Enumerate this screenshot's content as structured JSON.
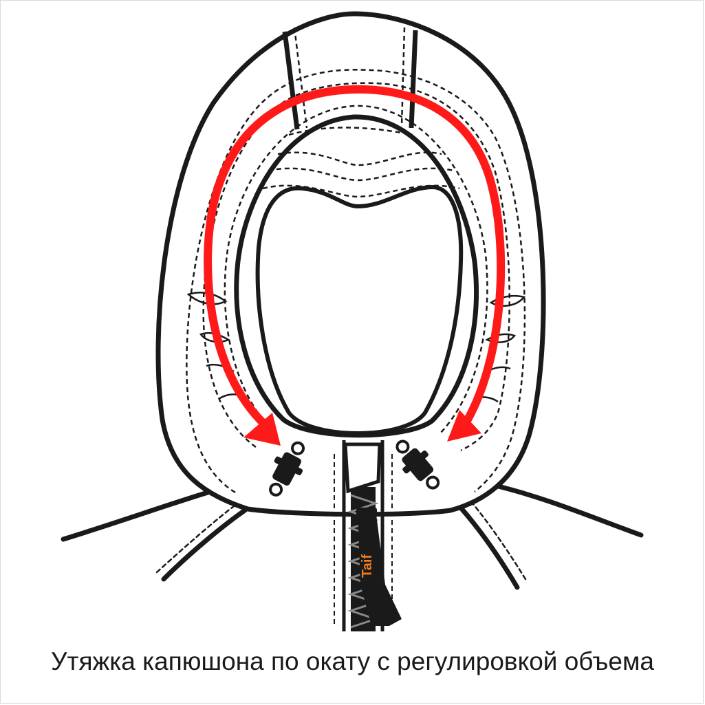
{
  "caption": "Утяжка капюшона по окату с регулировкой объема",
  "brand": "Taif",
  "colors": {
    "outline": "#1a1a1a",
    "arrow": "#ff1a1a",
    "brand": "#f07a1e",
    "background": "#ffffff"
  },
  "icons": [
    "hood-illustration",
    "drawcord-arrow-icon",
    "cord-stopper-icon",
    "zipper-icon",
    "zipper-pull-icon"
  ]
}
